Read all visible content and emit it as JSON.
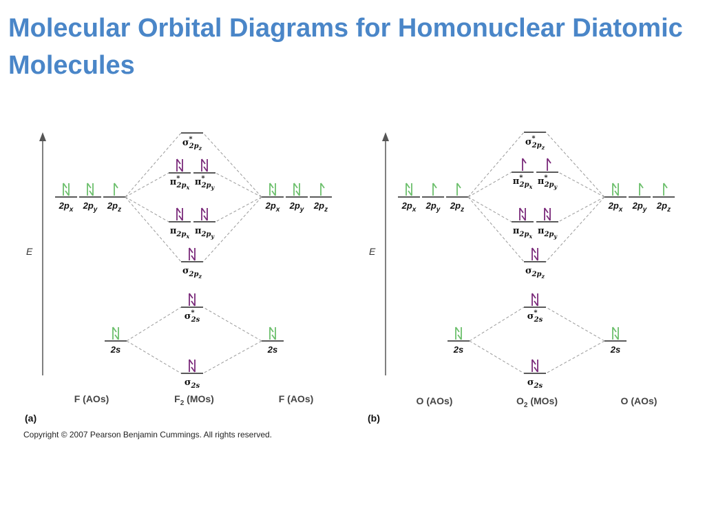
{
  "title": "Molecular Orbital Diagrams for Homonuclear Diatomic Molecules",
  "copyright": "Copyright © 2007 Pearson Benjamin Cummings. All rights reserved.",
  "colors": {
    "title": "#4a86c8",
    "atomic_electrons": "#6cbf6c",
    "molecular_electrons": "#7a2a7a",
    "level_line": "#222222",
    "correlation_line": "#999999"
  },
  "axis_label": "E",
  "panels": [
    {
      "id": "a",
      "panel_label": "(a)",
      "atom_label_left": "F (AOs)",
      "molecule_label": {
        "main": "F",
        "sub": "2",
        "suffix": " (MOs)"
      },
      "atom_label_right": "F (AOs)",
      "atomic_2p": [
        {
          "label": "2p",
          "sub": "x",
          "electrons": 2
        },
        {
          "label": "2p",
          "sub": "y",
          "electrons": 2
        },
        {
          "label": "2p",
          "sub": "z",
          "electrons": 1
        }
      ],
      "atomic_2s": {
        "label": "2s",
        "electrons": 2
      },
      "molecular": {
        "sigma_star_2p": {
          "symbol": "σ",
          "sub": "2p",
          "subsub": "z",
          "star": "*",
          "electrons": 0
        },
        "pi_star_2p": [
          {
            "symbol": "π",
            "sub": "2p",
            "subsub": "x",
            "star": "*",
            "electrons": 2
          },
          {
            "symbol": "π",
            "sub": "2p",
            "subsub": "y",
            "star": "*",
            "electrons": 2
          }
        ],
        "pi_2p": [
          {
            "symbol": "π",
            "sub": "2p",
            "subsub": "x",
            "electrons": 2
          },
          {
            "symbol": "π",
            "sub": "2p",
            "subsub": "y",
            "electrons": 2
          }
        ],
        "sigma_2p": {
          "symbol": "σ",
          "sub": "2p",
          "subsub": "z",
          "electrons": 2
        },
        "sigma_star_2s": {
          "symbol": "σ",
          "sub": "2s",
          "star": "*",
          "electrons": 2
        },
        "sigma_2s": {
          "symbol": "σ",
          "sub": "2s",
          "electrons": 2
        }
      }
    },
    {
      "id": "b",
      "panel_label": "(b)",
      "atom_label_left": "O (AOs)",
      "molecule_label": {
        "main": "O",
        "sub": "2",
        "suffix": " (MOs)"
      },
      "atom_label_right": "O (AOs)",
      "atomic_2p": [
        {
          "label": "2p",
          "sub": "x",
          "electrons": 2
        },
        {
          "label": "2p",
          "sub": "y",
          "electrons": 1
        },
        {
          "label": "2p",
          "sub": "z",
          "electrons": 1
        }
      ],
      "atomic_2s": {
        "label": "2s",
        "electrons": 2
      },
      "molecular": {
        "sigma_star_2p": {
          "symbol": "σ",
          "sub": "2p",
          "subsub": "z",
          "star": "*",
          "electrons": 0
        },
        "pi_star_2p": [
          {
            "symbol": "π",
            "sub": "2p",
            "subsub": "x",
            "star": "*",
            "electrons": 1
          },
          {
            "symbol": "π",
            "sub": "2p",
            "subsub": "y",
            "star": "*",
            "electrons": 1
          }
        ],
        "pi_2p": [
          {
            "symbol": "π",
            "sub": "2p",
            "subsub": "x",
            "electrons": 2
          },
          {
            "symbol": "π",
            "sub": "2p",
            "subsub": "y",
            "electrons": 2
          }
        ],
        "sigma_2p": {
          "symbol": "σ",
          "sub": "2p",
          "subsub": "z",
          "electrons": 2
        },
        "sigma_star_2s": {
          "symbol": "σ",
          "sub": "2s",
          "star": "*",
          "electrons": 2
        },
        "sigma_2s": {
          "symbol": "σ",
          "sub": "2s",
          "electrons": 2
        }
      }
    }
  ]
}
